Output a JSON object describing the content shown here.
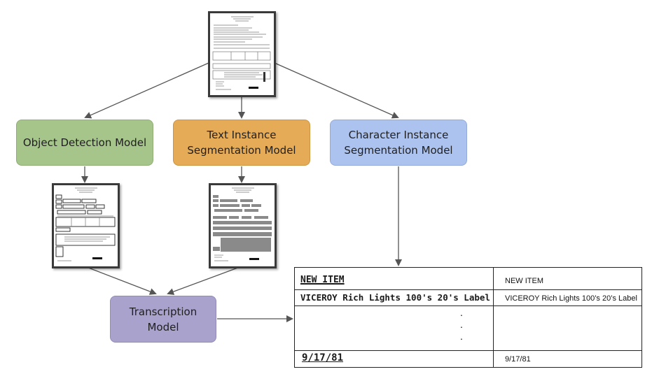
{
  "nodes": {
    "object_detection": "Object Detection Model",
    "text_instance_segmentation": "Text Instance\nSegmentation Model",
    "character_instance_segmentation": "Character Instance\nSegmentation Model",
    "transcription": "Transcription Model"
  },
  "colors": {
    "object_detection": "#a5c58a",
    "text_instance_segmentation": "#e6ab57",
    "character_instance_segmentation": "#adc3ef",
    "transcription": "#a9a2cc",
    "arrow": "#555555"
  },
  "result_table": {
    "rows": [
      {
        "image_text": "NEW ITEM",
        "transcribed_text": "NEW ITEM"
      },
      {
        "image_text": "VICEROY Rich Lights 100's 20's Label",
        "transcribed_text": "VICEROY Rich Lights 100’s 20’s Label"
      },
      {
        "image_text": ".",
        "image_text_2": ".",
        "image_text_3": ".",
        "transcribed_text": ""
      },
      {
        "image_text": "9/17/81",
        "transcribed_text": "9/17/81"
      }
    ]
  }
}
